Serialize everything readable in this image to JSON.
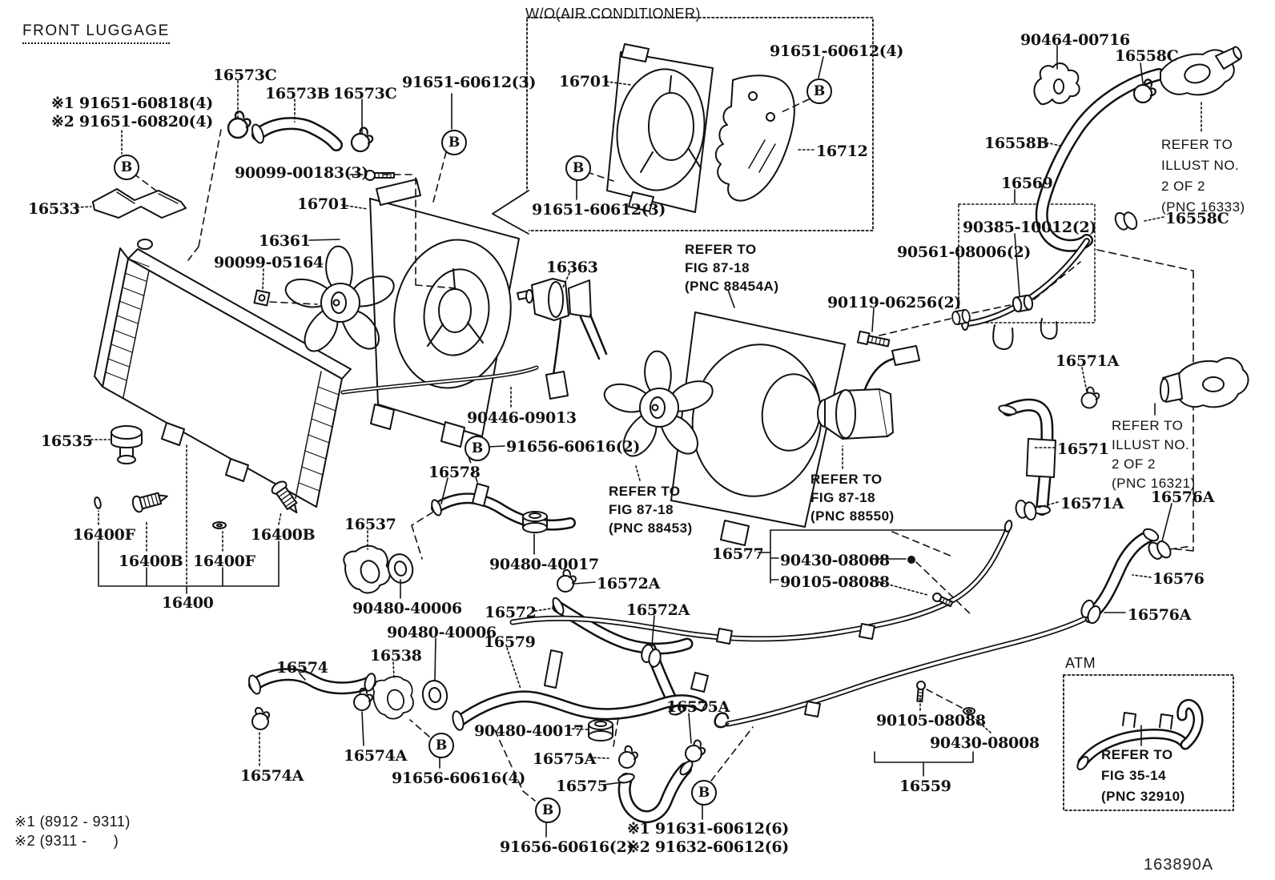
{
  "title": "FRONT LUGGAGE",
  "diagram_id": "163890A",
  "b_marker": "B",
  "boxes": {
    "wo_ac": "W/O(AIR CONDITIONER)",
    "atm": "ATM"
  },
  "notes": {
    "top1": "※1 91651-60818(4)",
    "top2": "※2 91651-60820(4)",
    "bottom1": "※1 91631-60612(6)",
    "bottom2": "※2 91632-60612(6)",
    "range1": "※1 (8912 - 9311)",
    "range2": "※2 (9311 -      )"
  },
  "parts": {
    "p16533": "16533",
    "p16573C": "16573C",
    "p16573B": "16573B",
    "p91651_60612_3": "91651-60612(3)",
    "p91651_60612_4": "91651-60612(4)",
    "p90099_00183_3": "90099-00183(3)",
    "p16701": "16701",
    "p16712": "16712",
    "p16361": "16361",
    "p90099_05164": "90099-05164",
    "p16363": "16363",
    "p90446_09013": "90446-09013",
    "p90464_00716": "90464-00716",
    "p16558C": "16558C",
    "p16558B": "16558B",
    "p16569": "16569",
    "p90385_10012_2": "90385-10012(2)",
    "p90561_08006_2": "90561-08006(2)",
    "p90119_06256_2": "90119-06256(2)",
    "p16571A": "16571A",
    "p16571": "16571",
    "p16576A": "16576A",
    "p16576": "16576",
    "p16535": "16535",
    "p16400F": "16400F",
    "p16400B": "16400B",
    "p16400": "16400",
    "p16537": "16537",
    "p90480_40006": "90480-40006",
    "p90480_40017": "90480-40017",
    "p16538": "16538",
    "p16578": "16578",
    "p91656_60616_2": "91656-60616(2)",
    "p91656_60616_4": "91656-60616(4)",
    "p16572A": "16572A",
    "p16572": "16572",
    "p16579": "16579",
    "p16574": "16574",
    "p16574A": "16574A",
    "p16575A": "16575A",
    "p16575": "16575",
    "p16577": "16577",
    "p90430_08008": "90430-08008",
    "p90105_08088": "90105-08088",
    "p16559": "16559"
  },
  "refs": {
    "r88454a": "REFER TO\nFIG 87-18\n(PNC 88454A)",
    "r88453": "REFER TO\nFIG 87-18\n(PNC 88453)",
    "r88550": "REFER TO\nFIG 87-18\n(PNC 88550)",
    "r16333": "REFER TO\nILLUST NO.\n2 OF 2\n(PNC 16333)",
    "r16321": "REFER TO\nILLUST NO.\n2 OF 2\n(PNC 16321)",
    "r32910": "REFER TO\nFIG 35-14\n(PNC 32910)"
  }
}
